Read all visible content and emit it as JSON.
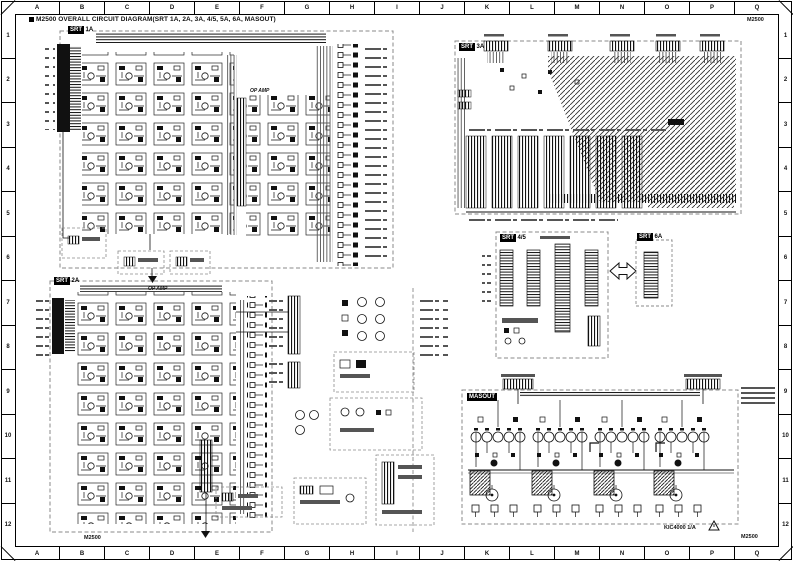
{
  "title": {
    "text": "M2500 OVERALL CIRCUIT DIAGRAM(SRT 1A, 2A, 3A, 4/5, 5A, 6A, MASOUT)"
  },
  "corner_labels": {
    "top_right": "M2500",
    "bottom_left": "M2500",
    "bottom_right": "M2500"
  },
  "ruler": {
    "columns": [
      "A",
      "B",
      "C",
      "D",
      "E",
      "F",
      "G",
      "H",
      "I",
      "J",
      "K",
      "L",
      "M",
      "N",
      "O",
      "P",
      "Q"
    ],
    "rows": [
      "1",
      "2",
      "3",
      "4",
      "5",
      "6",
      "7",
      "8",
      "9",
      "10",
      "11",
      "12"
    ]
  },
  "blocks": {
    "srt1a": {
      "tag": "SRT",
      "suffix": "1A"
    },
    "srt2a": {
      "tag": "SRT",
      "suffix": "2A"
    },
    "srt3a": {
      "tag": "SRT",
      "suffix": "3A"
    },
    "srt45": {
      "tag": "SRT",
      "suffix": "4/5"
    },
    "srt6a": {
      "tag": "SRT",
      "suffix": "6A"
    },
    "masout": {
      "tag": "MASOUT"
    },
    "opamp_label": "OP AMP"
  },
  "notes": {
    "sheet_ref": "KIC4000 1/A"
  },
  "colors": {
    "ink": "#111111",
    "dash": "#8a8a8a",
    "paper": "#ffffff"
  }
}
